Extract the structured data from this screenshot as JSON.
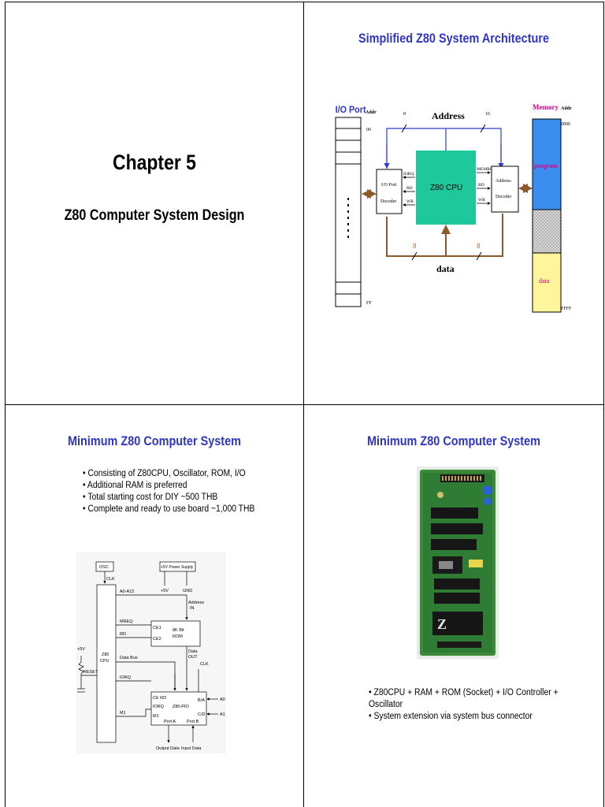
{
  "slide1": {
    "title": "Chapter 5",
    "subtitle": "Z80 Computer System Design"
  },
  "slide2": {
    "title": "Simplified Z80 System Architecture",
    "diagram": {
      "io_port_label": "I/O Port",
      "addr_label_io": "Addr",
      "io_addr_start": "00",
      "io_addr_end": "FF",
      "address_label": "Address",
      "address_width_io": "8",
      "address_width_mem": "16",
      "io_decoder_line1": "I/O Port",
      "io_decoder_line2": "Decoder",
      "cpu_label": "Z80 CPU",
      "iorq": "IORQ",
      "rd_left": "RD",
      "wr_left": "WR",
      "mreq": "MEMRQ",
      "rd_right": "RD",
      "wr_right": "WR",
      "addr_decoder_line1": "Address",
      "addr_decoder_line2": "Decoder",
      "data_label": "data",
      "data_width_left": "8",
      "data_width_right": "8",
      "memory_label": "Memory",
      "addr_label_mem": "Addr",
      "mem_addr_start": "0000",
      "mem_addr_end": "FFFF",
      "program_label": "program",
      "mem_data_label": "data",
      "colors": {
        "cpu": "#1ec89a",
        "program": "#3a8ef0",
        "data_region": "#fff59a",
        "bus_line": "#8b5a2b",
        "address_line": "#2e3fd0",
        "memory_label": "#e0008a"
      }
    }
  },
  "slide3": {
    "title": "Minimum Z80 Computer System",
    "bullets": [
      "Consisting of Z80CPU, Oscillator, ROM, I/O",
      "Additional RAM is preferred",
      "Total starting cost for DIY ~500 THB",
      "Complete and ready to use board ~1,000 THB"
    ],
    "schematic": {
      "osc": "OSC",
      "power": "+5V Power Supply",
      "clk": "CLK",
      "addr_bus": "A0-A12",
      "plus5v": "+5V",
      "gnd": "GND",
      "address_in": "Address",
      "in": "IN",
      "mreq": "MREQ",
      "rd": "RD",
      "ce1": "CE1",
      "ce2": "CE2",
      "rom_line1": "8K Bit",
      "rom_line2": "ROM",
      "data_out_line1": "Data",
      "data_out_line2": "OUT",
      "cpu_line1": "Z80",
      "cpu_line2": "CPU",
      "data_bus": "Data Bus",
      "vcc_left": "+5V",
      "reset": "RESET",
      "iorq": "IORQ",
      "m1": "M1",
      "clk2": "CLK",
      "pio_ce_rd": "CE RD",
      "pio_iorq": "IORQ",
      "pio_m1": "M1",
      "pio_name": "Z80-PIO",
      "port_a": "Port A",
      "port_b": "Port B",
      "ba": "B/A",
      "cd": "C/D",
      "a0": "A0",
      "a1": "A1",
      "output_data": "Output Data",
      "input_data": "Input Data"
    }
  },
  "slide4": {
    "title": "Minimum Z80 Computer System",
    "board_chip_text": "Z",
    "bullets": [
      "Z80CPU + RAM + ROM (Socket) + I/O Controller + Oscillator",
      "System extension via system bus connector"
    ]
  }
}
